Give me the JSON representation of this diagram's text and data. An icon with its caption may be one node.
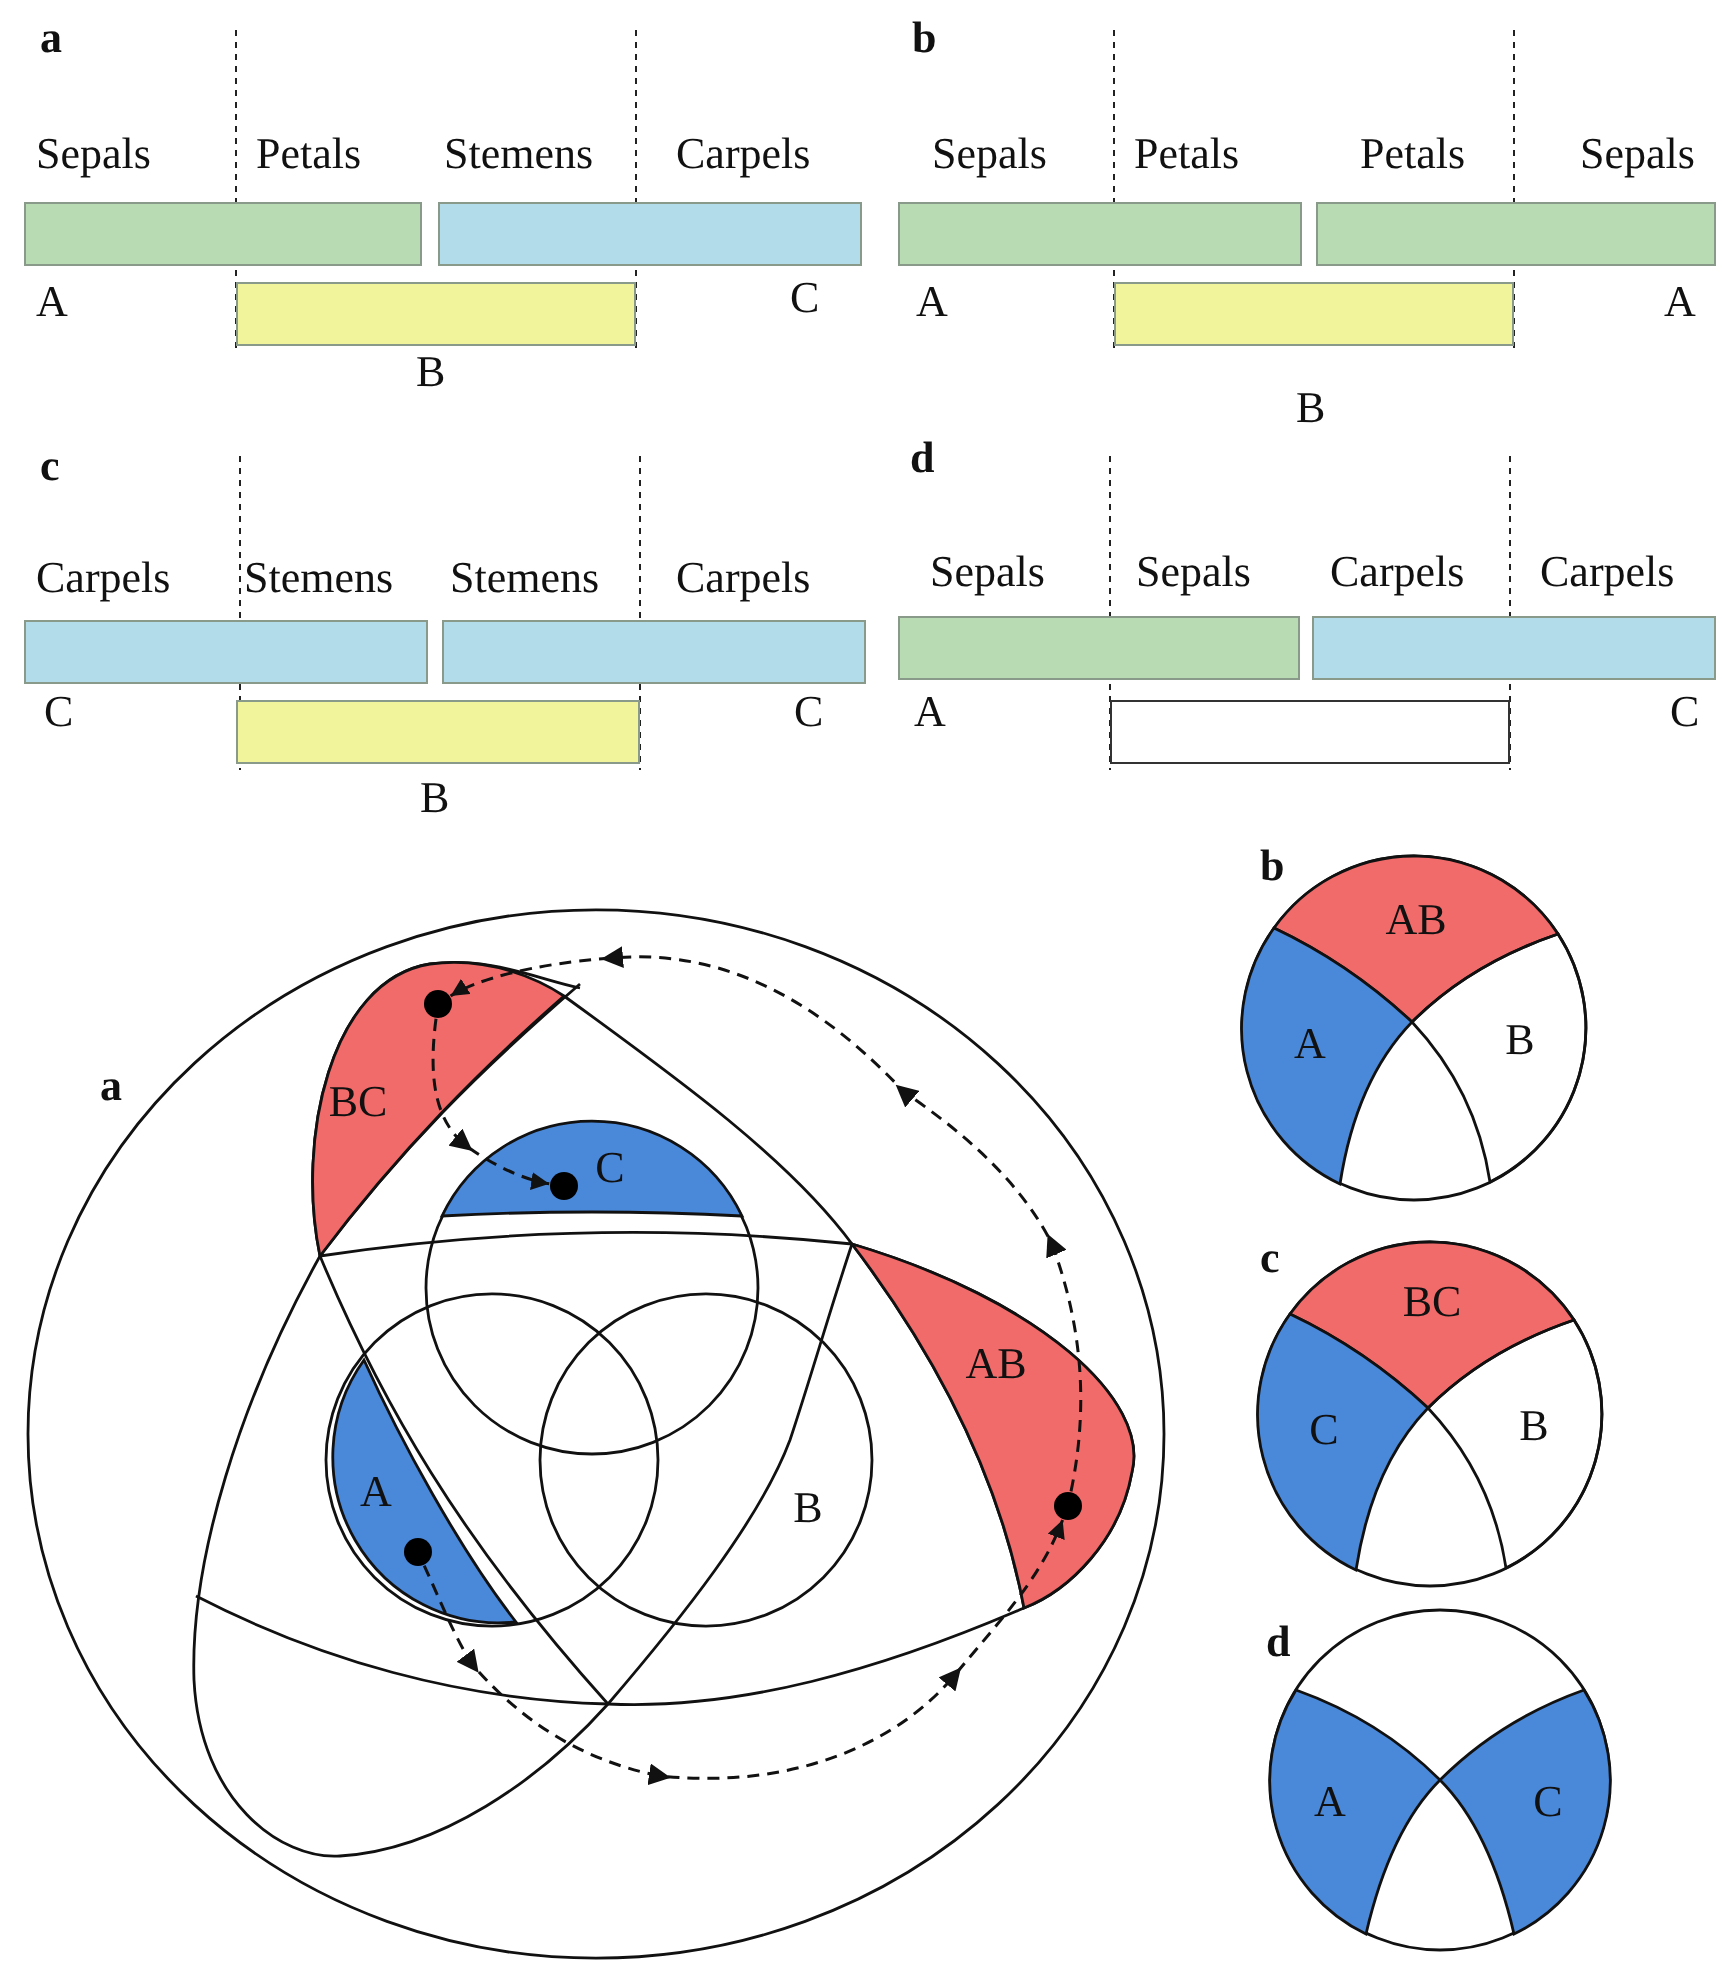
{
  "diagram": {
    "nodes": [
      {
        "text": [],
        "shape": "bar",
        "beside": [
          "A"
        ]
      },
      {
        "text": [],
        "shape": "bar",
        "beside": [
          "C"
        ]
      },
      {
        "text": [],
        "shape": "bar",
        "beside": [
          "B"
        ]
      },
      {
        "text": [],
        "shape": "bar",
        "beside": [
          "A"
        ]
      },
      {
        "text": [],
        "shape": "bar",
        "beside": [
          "A"
        ]
      },
      {
        "text": [],
        "shape": "bar",
        "beside": [
          "B"
        ]
      },
      {
        "text": [],
        "shape": "bar",
        "beside": [
          "C"
        ]
      },
      {
        "text": [],
        "shape": "bar",
        "beside": [
          "C"
        ]
      },
      {
        "text": [],
        "shape": "bar",
        "beside": [
          "B"
        ]
      },
      {
        "text": [],
        "shape": "bar",
        "beside": [
          "A"
        ]
      },
      {
        "text": [],
        "shape": "bar",
        "beside": [
          "C"
        ]
      },
      {
        "text": [],
        "shape": "bar"
      },
      {
        "text": [
          "BC"
        ]
      },
      {
        "text": [
          "C"
        ]
      },
      {
        "text": [
          "A"
        ]
      },
      {
        "text": [
          "B"
        ]
      },
      {
        "text": [
          "AB"
        ]
      },
      {
        "text": [],
        "shape": "circle",
        "in": 12
      },
      {
        "text": [],
        "shape": "circle",
        "in": 13
      },
      {
        "text": [],
        "shape": "circle",
        "in": 14
      },
      {
        "text": [],
        "shape": "circle",
        "in": 16
      },
      {
        "text": [
          "AB"
        ]
      },
      {
        "text": [
          "A"
        ]
      },
      {
        "text": [
          "B"
        ]
      },
      {
        "text": [
          "BC"
        ]
      },
      {
        "text": [
          "C"
        ]
      },
      {
        "text": [
          "B"
        ]
      },
      {
        "text": [
          "A"
        ]
      },
      {
        "text": [
          "C"
        ]
      }
    ],
    "edges": [
      {
        "from": 17,
        "to": 18,
        "arrow": "to",
        "style": "dashed"
      },
      {
        "from": 19,
        "to": 20,
        "arrow": "to",
        "style": "dashed"
      },
      {
        "from": 20,
        "to": 17,
        "arrow": "to",
        "style": "dashed"
      }
    ],
    "labels": [
      "a",
      "Sepals",
      "Petals",
      "Stemens",
      "Carpels",
      "b",
      "Sepals",
      "Petals",
      "Petals",
      "Sepals",
      "c",
      "Carpels",
      "Stemens",
      "Stemens",
      "Carpels",
      "d",
      "Sepals",
      "Sepals",
      "Carpels",
      "Carpels",
      "a",
      "b",
      "c",
      "d"
    ]
  }
}
